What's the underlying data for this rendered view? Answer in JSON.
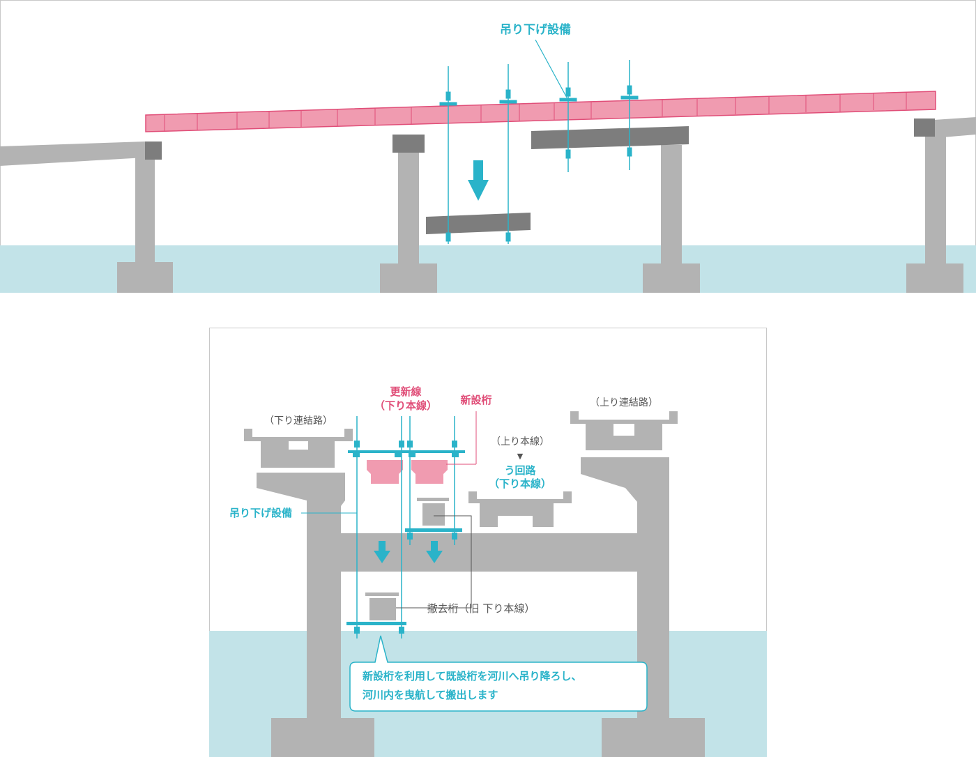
{
  "colors": {
    "water": "#c2e3e8",
    "pier": "#b3b3b3",
    "dark_girder": "#7d7d7d",
    "new_girder": "#f09bb0",
    "new_girder_line": "#e04e78",
    "hanger": "#2ab3c9",
    "gray_text": "#555555",
    "border": "#c8c8c8"
  },
  "top_panel": {
    "hanger_label": "吊り下げ設備"
  },
  "bottom_panel": {
    "up_connector": "（上り連結路）",
    "down_connector": "（下り連結路）",
    "renewal_line_1": "更新線",
    "renewal_line_2": "（下り本線）",
    "new_girder": "新設桁",
    "up_main": "（上り本線）",
    "arrow_marker": "▼",
    "detour_1": "う回路",
    "detour_2": "（下り本線）",
    "hanger_label": "吊り下げ設備",
    "removed_girder": "撤去桁（旧 下り本線）",
    "callout_line_1": "新設桁を利用して既設桁を河川へ吊り降ろし、",
    "callout_line_2": "河川内を曳航して搬出します"
  }
}
